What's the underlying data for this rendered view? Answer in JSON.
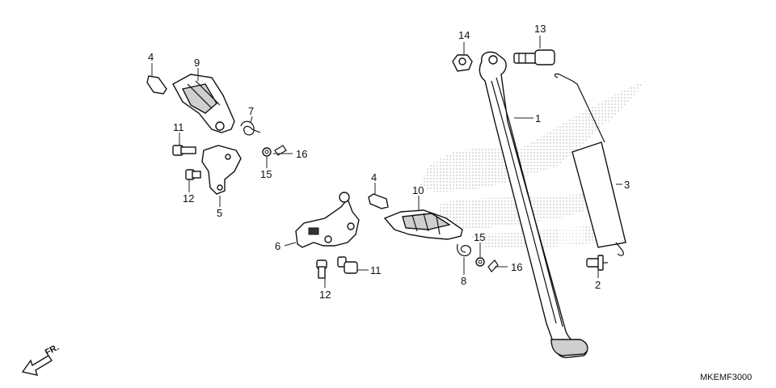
{
  "diagram_code": "MKEMF3000",
  "direction_label": "FR.",
  "callouts": [
    {
      "id": "c1",
      "label": "1"
    },
    {
      "id": "c2",
      "label": "2"
    },
    {
      "id": "c3",
      "label": "3"
    },
    {
      "id": "c4a",
      "label": "4"
    },
    {
      "id": "c4b",
      "label": "4"
    },
    {
      "id": "c5",
      "label": "5"
    },
    {
      "id": "c6",
      "label": "6"
    },
    {
      "id": "c7",
      "label": "7"
    },
    {
      "id": "c8",
      "label": "8"
    },
    {
      "id": "c9",
      "label": "9"
    },
    {
      "id": "c10",
      "label": "10"
    },
    {
      "id": "c11a",
      "label": "11"
    },
    {
      "id": "c11b",
      "label": "11"
    },
    {
      "id": "c12a",
      "label": "12"
    },
    {
      "id": "c12b",
      "label": "12"
    },
    {
      "id": "c13",
      "label": "13"
    },
    {
      "id": "c14",
      "label": "14"
    },
    {
      "id": "c15a",
      "label": "15"
    },
    {
      "id": "c15b",
      "label": "15"
    },
    {
      "id": "c16a",
      "label": "16"
    },
    {
      "id": "c16b",
      "label": "16"
    }
  ]
}
